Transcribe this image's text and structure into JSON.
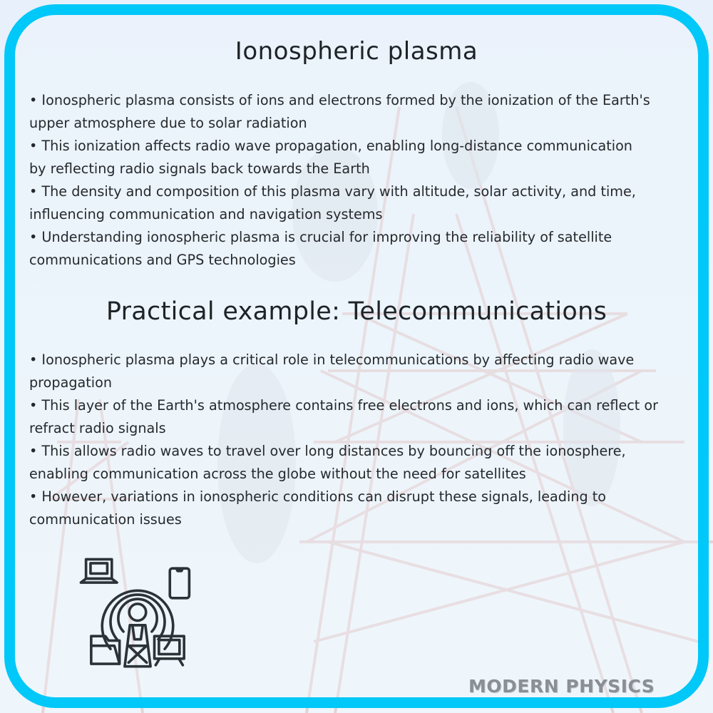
{
  "section1": {
    "title": "Ionospheric plasma",
    "lines": [
      "• Ionospheric plasma consists of ions and electrons formed by the ionization of the Earth's",
      "upper atmosphere due to solar radiation",
      "• This ionization affects radio wave propagation, enabling long-distance communication",
      "by reflecting radio signals back towards the Earth",
      "• The density and composition of this plasma vary with altitude, solar activity, and time,",
      "influencing communication and navigation systems",
      "• Understanding ionospheric plasma is crucial for improving the reliability of satellite",
      "communications and GPS technologies"
    ]
  },
  "section2": {
    "title": "Practical example: Telecommunications",
    "lines": [
      "• Ionospheric plasma plays a critical role in telecommunications by affecting radio wave",
      "propagation",
      "• This layer of the Earth's atmosphere contains free electrons and ions, which can reflect or",
      "refract radio signals",
      "• This allows radio waves to travel over long distances by bouncing off the ionosphere,",
      "enabling communication across the globe without the need for satellites",
      "• However, variations in ionospheric conditions can disrupt these signals, leading to",
      "communication issues"
    ]
  },
  "icon": {
    "name": "telecom-tower-devices-icon",
    "stroke_color": "#2b3338"
  },
  "watermark": "MODERN PHYSICS",
  "colors": {
    "frame": "#00c8f8",
    "text": "#25292d",
    "background": "#eaf3fb"
  }
}
